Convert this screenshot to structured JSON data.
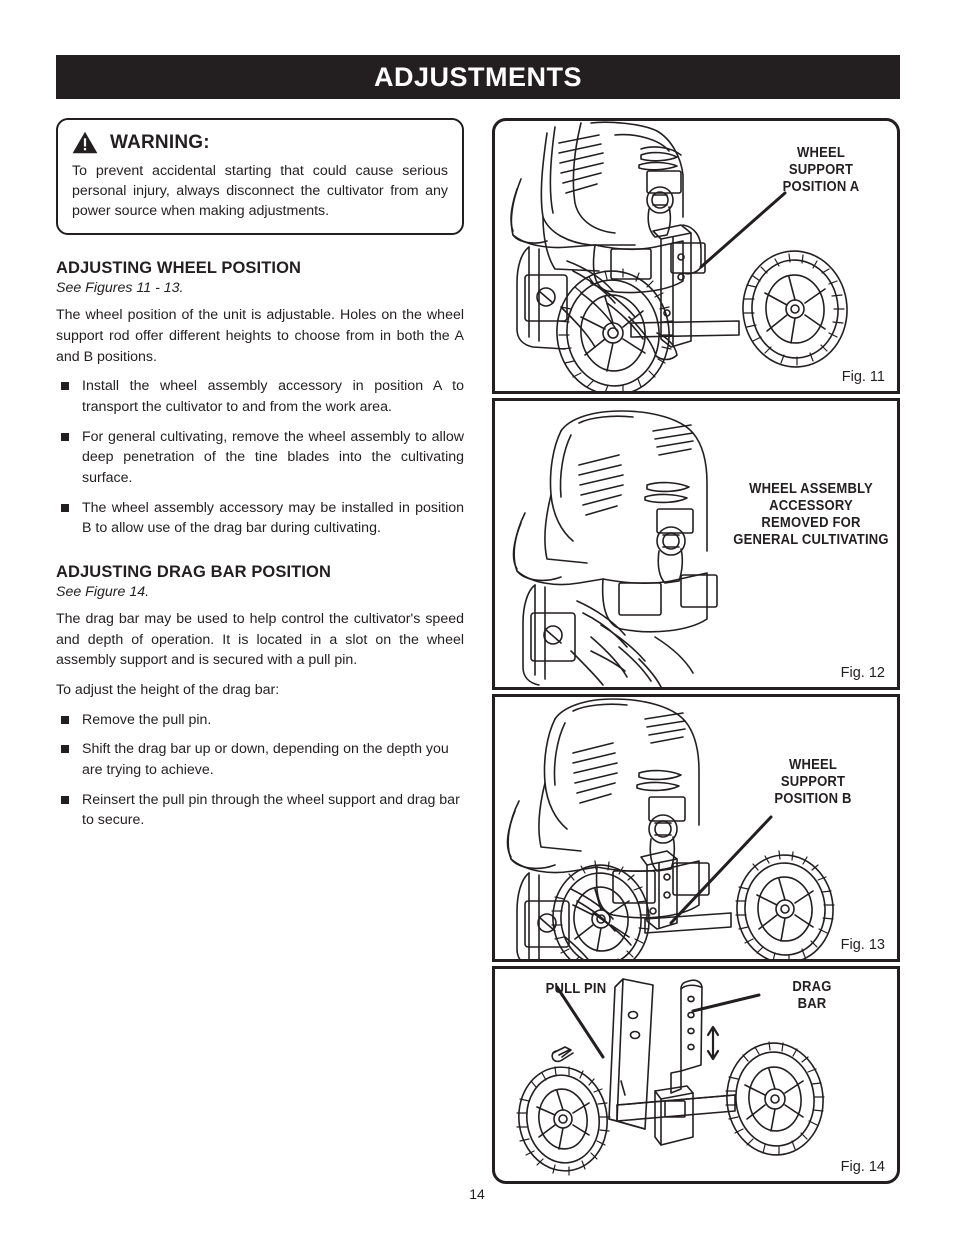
{
  "header": {
    "title": "ADJUSTMENTS"
  },
  "warning": {
    "icon": "warning-triangle-icon",
    "label": "WARNING:",
    "body": "To prevent accidental starting that could cause serious personal injury, always disconnect the cultivator from any power source when making adjustments."
  },
  "sections": [
    {
      "title": "ADJUSTING WHEEL POSITION",
      "reference": "See Figures 11 - 13.",
      "paragraphs": [
        "The wheel position of the unit is adjustable. Holes on the wheel support rod offer different heights to choose from in both the A and B positions."
      ],
      "bullets": [
        "Install the wheel assembly accessory in position A to transport the cultivator to and from the work area.",
        "For general cultivating, remove the wheel assembly to allow deep penetration of the tine blades into the cultivating surface.",
        "The wheel assembly accessory may be installed in position B to allow use of the drag bar during cultivating."
      ]
    },
    {
      "title": "ADJUSTING DRAG BAR POSITION",
      "reference": "See Figure 14.",
      "paragraphs": [
        "The drag bar may be used to help control the cultivator's speed and depth of operation. It is located in a slot on the wheel assembly support and is secured with a pull pin.",
        "To adjust the height of the drag bar:"
      ],
      "bullets": [
        "Remove the pull pin.",
        "Shift the drag bar up or down, depending on the depth you are trying to achieve.",
        "Reinsert the pull pin through the wheel support and drag bar to secure."
      ]
    }
  ],
  "figures": [
    {
      "caption": "Fig. 11",
      "callout": "WHEEL\nSUPPORT\nPOSITION A",
      "illustration": "cultivator-wheel-position-a-illustration"
    },
    {
      "caption": "Fig. 12",
      "callout": "WHEEL ASSEMBLY\nACCESSORY\nREMOVED FOR\nGENERAL CULTIVATING",
      "illustration": "cultivator-no-wheel-assembly-illustration"
    },
    {
      "caption": "Fig. 13",
      "callout": "WHEEL\nSUPPORT\nPOSITION B",
      "illustration": "cultivator-wheel-position-b-illustration"
    },
    {
      "caption": "Fig. 14",
      "callout_left": "PULL PIN",
      "callout_right": "DRAG\nBAR",
      "illustration": "wheel-assembly-drag-bar-illustration"
    }
  ],
  "footer": {
    "page_number": "14"
  },
  "colors": {
    "ink": "#231f20",
    "paper": "#ffffff"
  }
}
